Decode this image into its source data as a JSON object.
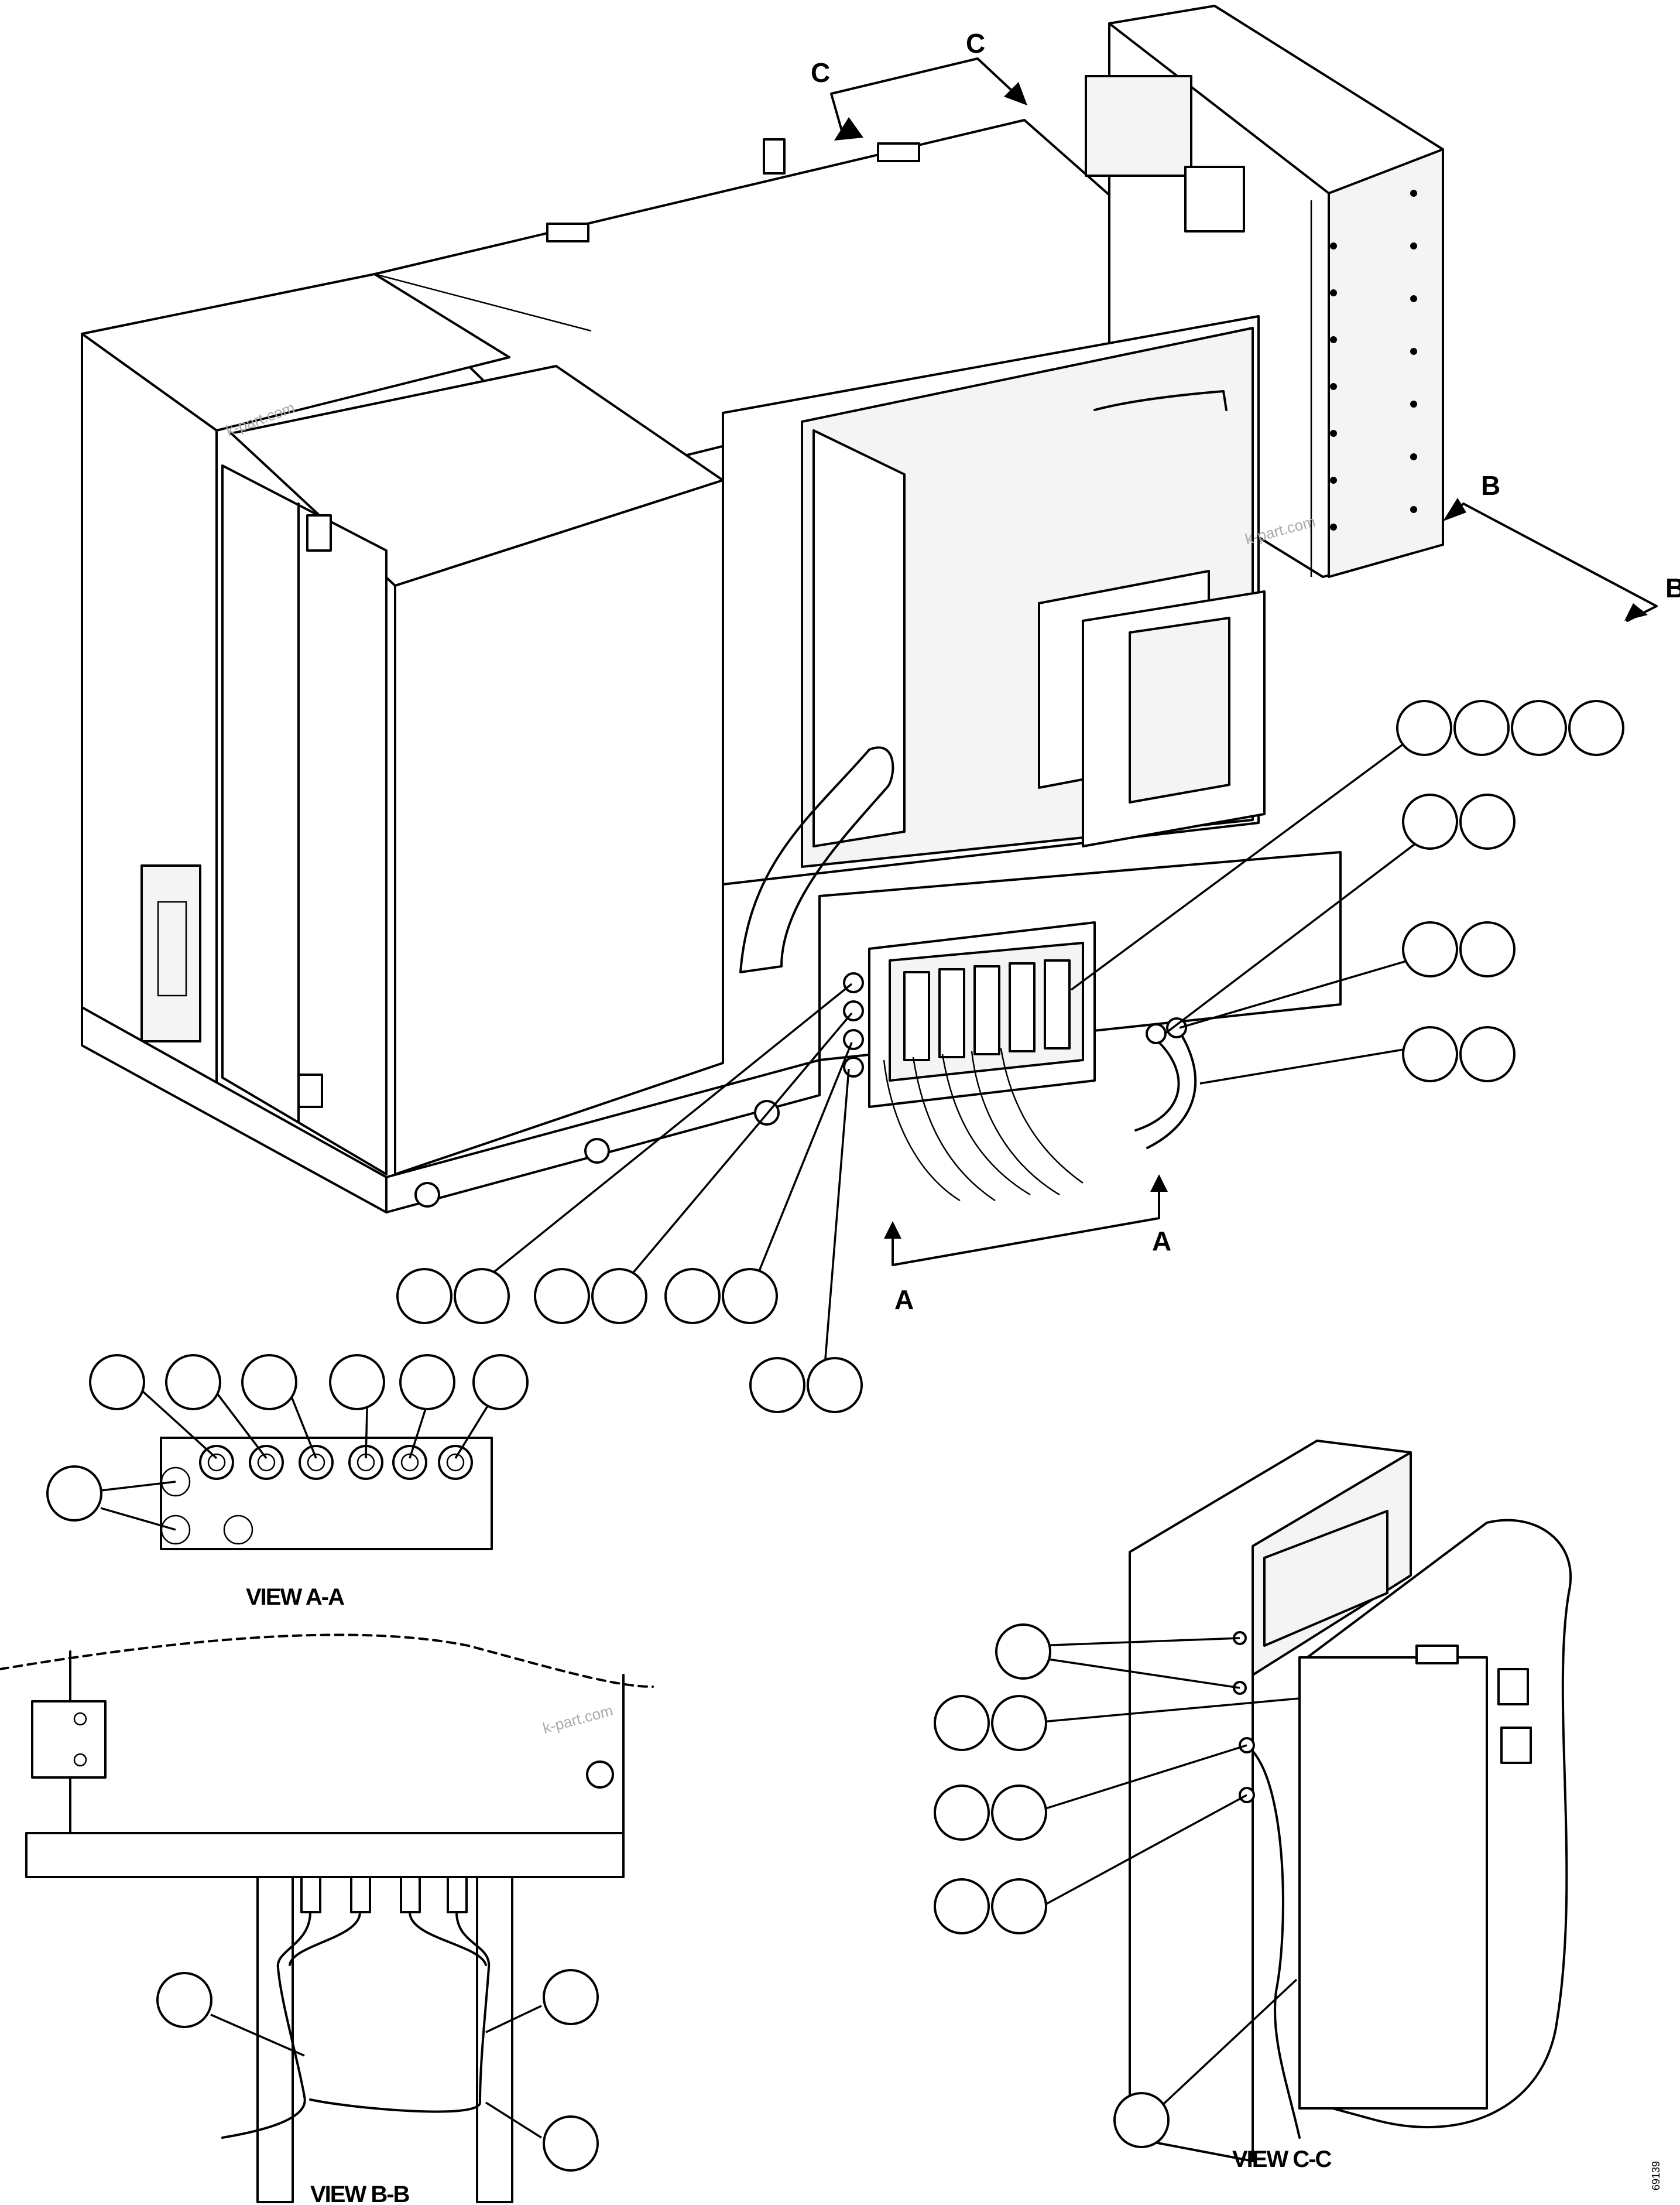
{
  "section_labels": {
    "c_left": "C",
    "c_right": "C",
    "b_top": "B",
    "b_right": "B",
    "a_left": "A",
    "a_right": "A"
  },
  "captions": {
    "view_aa": "VIEW A-A",
    "view_bb": "VIEW B-B",
    "view_cc": "VIEW C-C"
  },
  "watermark": "k-part.com",
  "drawing_code": "69139"
}
